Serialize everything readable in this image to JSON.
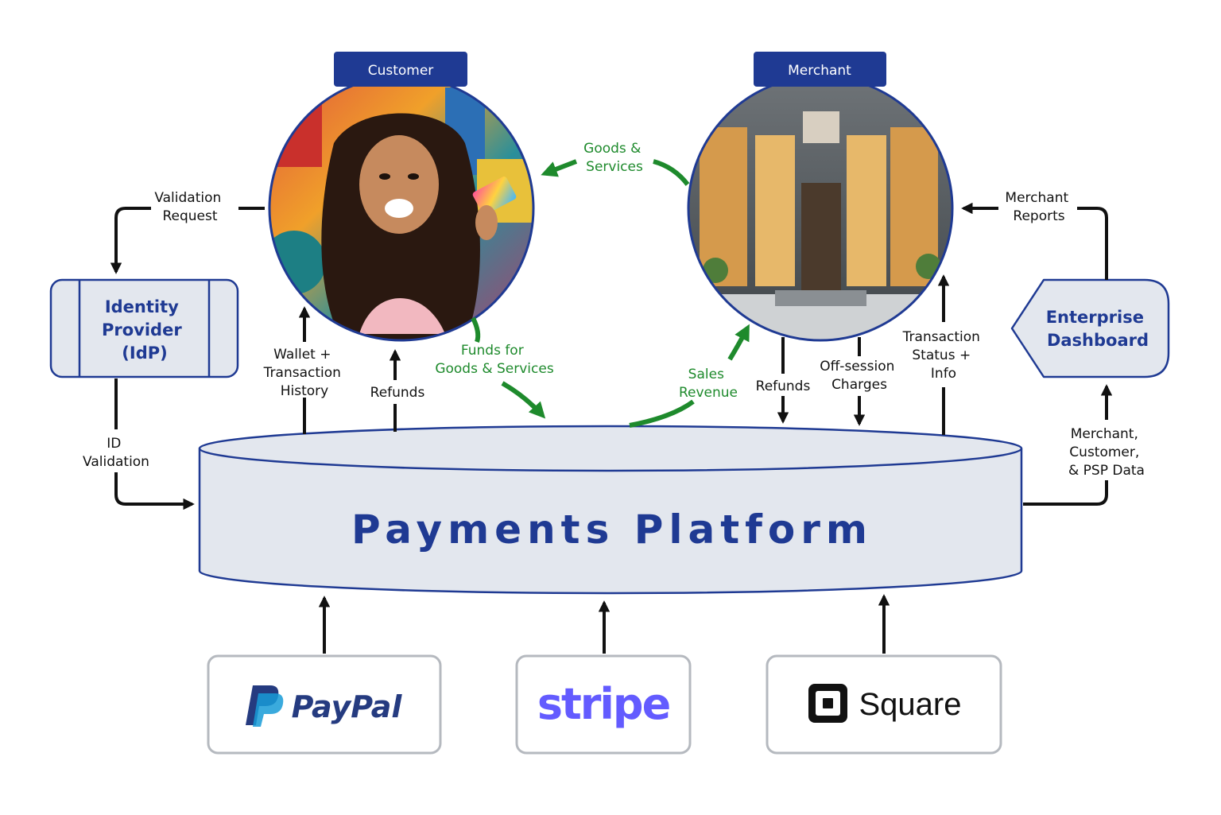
{
  "actors": {
    "customer_tag": "Customer",
    "merchant_tag": "Merchant"
  },
  "identity_provider": {
    "line1": "Identity",
    "line2": "Provider",
    "line3": "(IdP)"
  },
  "enterprise_dashboard": {
    "line1": "Enterprise",
    "line2": "Dashboard"
  },
  "platform": {
    "title": "Payments Platform"
  },
  "flows": {
    "validation_request": [
      "Validation",
      "Request"
    ],
    "id_validation": [
      "ID",
      "Validation"
    ],
    "wallet_history": [
      "Wallet +",
      "Transaction",
      "History"
    ],
    "customer_refunds": [
      "Refunds"
    ],
    "funds": [
      "Funds for",
      "Goods & Services"
    ],
    "goods_services": [
      "Goods &",
      "Services"
    ],
    "sales_revenue": [
      "Sales",
      "Revenue"
    ],
    "merchant_refunds": [
      "Refunds"
    ],
    "off_session": [
      "Off-session",
      "Charges"
    ],
    "txn_status": [
      "Transaction",
      "Status +",
      "Info"
    ],
    "merchant_reports": [
      "Merchant",
      "Reports"
    ],
    "dashboard_data": [
      "Merchant,",
      "Customer,",
      "& PSP Data"
    ]
  },
  "providers": {
    "paypal": "PayPal",
    "stripe": "stripe",
    "square": "Square"
  },
  "colors": {
    "navy": "#1f3a93",
    "box_fill": "#e3e7ee",
    "green_arrow": "#1e8a2c",
    "arrow": "#111111"
  }
}
